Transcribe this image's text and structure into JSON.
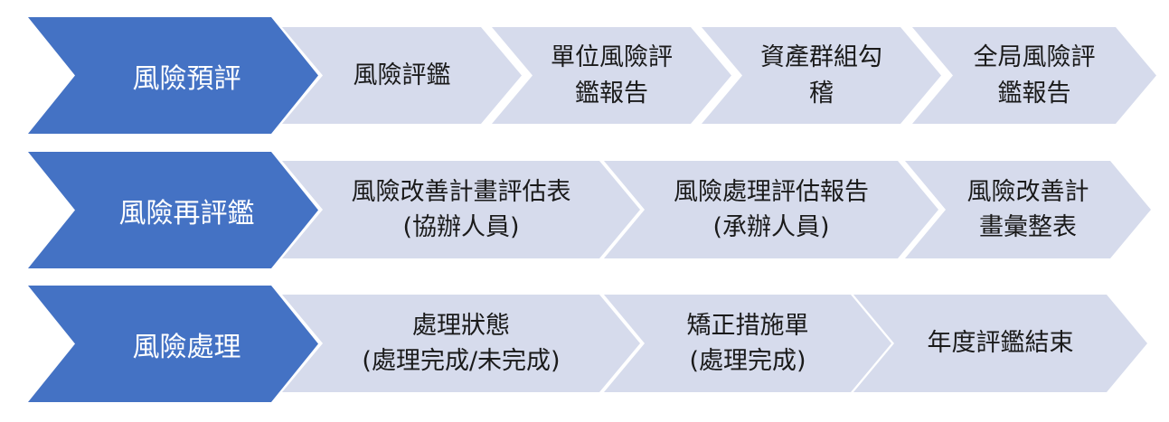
{
  "rows": [
    {
      "main": "風險預評",
      "steps": [
        {
          "line1": "風險評鑑",
          "line2": ""
        },
        {
          "line1": "單位風險評",
          "line2": "鑑報告"
        },
        {
          "line1": "資產群組勾",
          "line2": "稽"
        },
        {
          "line1": "全局風險評",
          "line2": "鑑報告"
        }
      ]
    },
    {
      "main": "風險再評鑑",
      "steps": [
        {
          "line1": "風險改善計畫評估表",
          "line2": "(協辦人員)"
        },
        {
          "line1": "風險處理評估報告",
          "line2": "(承辦人員)"
        },
        {
          "line1": "風險改善計",
          "line2": "畫彙整表"
        }
      ]
    },
    {
      "main": "風險處理",
      "steps": [
        {
          "line1": "處理狀態",
          "line2": "(處理完成/未完成)"
        },
        {
          "line1": "矯正措施單",
          "line2": "(處理完成)"
        },
        {
          "line1": "年度評鑑結束",
          "line2": ""
        }
      ]
    }
  ],
  "colors": {
    "main_fill": "#4472c4",
    "step_fill": "#d6dbec",
    "main_text": "#ffffff",
    "step_text": "#1a1a1a"
  }
}
